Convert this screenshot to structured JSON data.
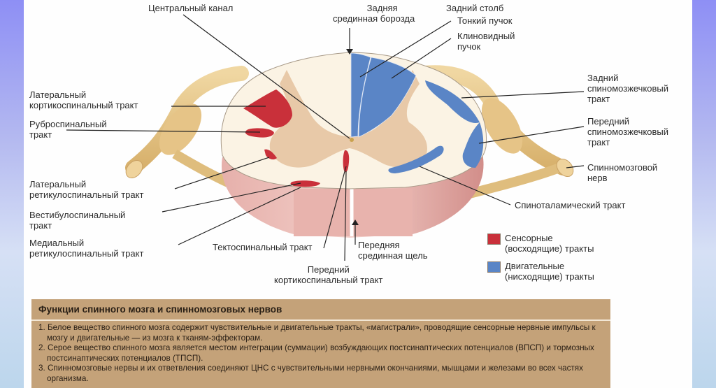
{
  "labels": {
    "central_canal": "Центральный канал",
    "posterior_median_sulcus": [
      "Задняя",
      "срединная борозда"
    ],
    "posterior_column": "Задний столб",
    "fasciculus_gracilis": "Тонкий пучок",
    "fasciculus_cuneatus": [
      "Клиновидный",
      "пучок"
    ],
    "lateral_corticospinal": [
      "Латеральный",
      "кортикоспинальный тракт"
    ],
    "rubrospinal": [
      "Руброспинальный",
      "тракт"
    ],
    "lateral_reticulospinal": [
      "Латеральный",
      "ретикулоспинальный тракт"
    ],
    "vestibulospinal": [
      "Вестибулоспинальный",
      "тракт"
    ],
    "medial_reticulospinal": [
      "Медиальный",
      "ретикулоспинальный тракт"
    ],
    "tectospinal": "Тектоспинальный тракт",
    "anterior_median_fissure": [
      "Передняя",
      "срединная щель"
    ],
    "anterior_corticospinal": [
      "Передний",
      "кортикоспинальный тракт"
    ],
    "posterior_spinocerebellar": [
      "Задний",
      "спиномозжечковый",
      "тракт"
    ],
    "anterior_spinocerebellar": [
      "Передний",
      "спиномозжечковый",
      "тракт"
    ],
    "spinal_nerve": [
      "Спинномозговой",
      "нерв"
    ],
    "spinothalamic": "Спиноталамический тракт"
  },
  "legend": [
    {
      "line1": "Сенсорные",
      "line2": "(восходящие) тракты",
      "color": "#c9303a"
    },
    {
      "line1": "Двигательные",
      "line2": "(нисходящие) тракты",
      "color": "#5a85c6"
    }
  ],
  "functions_box": {
    "title": "Функции спинного мозга и спинномозговых нервов",
    "items": [
      "1. Белое вещество спинного мозга содержит чувствительные и двигательные тракты, «магистрали», проводящие сенсорные нервные импульсы к мозгу и двигательные — из мозга к тканям-эффекторам.",
      "2. Серое вещество спинного мозга является местом интеграции (суммации) возбуждающих постсинаптических потенциалов (ВПСП) и тормозных постсинаптических потенциалов (ТПСП).",
      "3. Спинномозговые нервы и их ответвления соединяют ЦНС с чувствительными нервными окончаниями, мышцами и железами во всех частях организма."
    ]
  },
  "colors": {
    "sensory": "#c9303a",
    "motor": "#5a85c6",
    "white_matter": "#fbf3e4",
    "gray_matter": "#e8c9a8",
    "nerve": "#e2bf7e",
    "pia": "#d69a98",
    "box": "#c4a279"
  }
}
